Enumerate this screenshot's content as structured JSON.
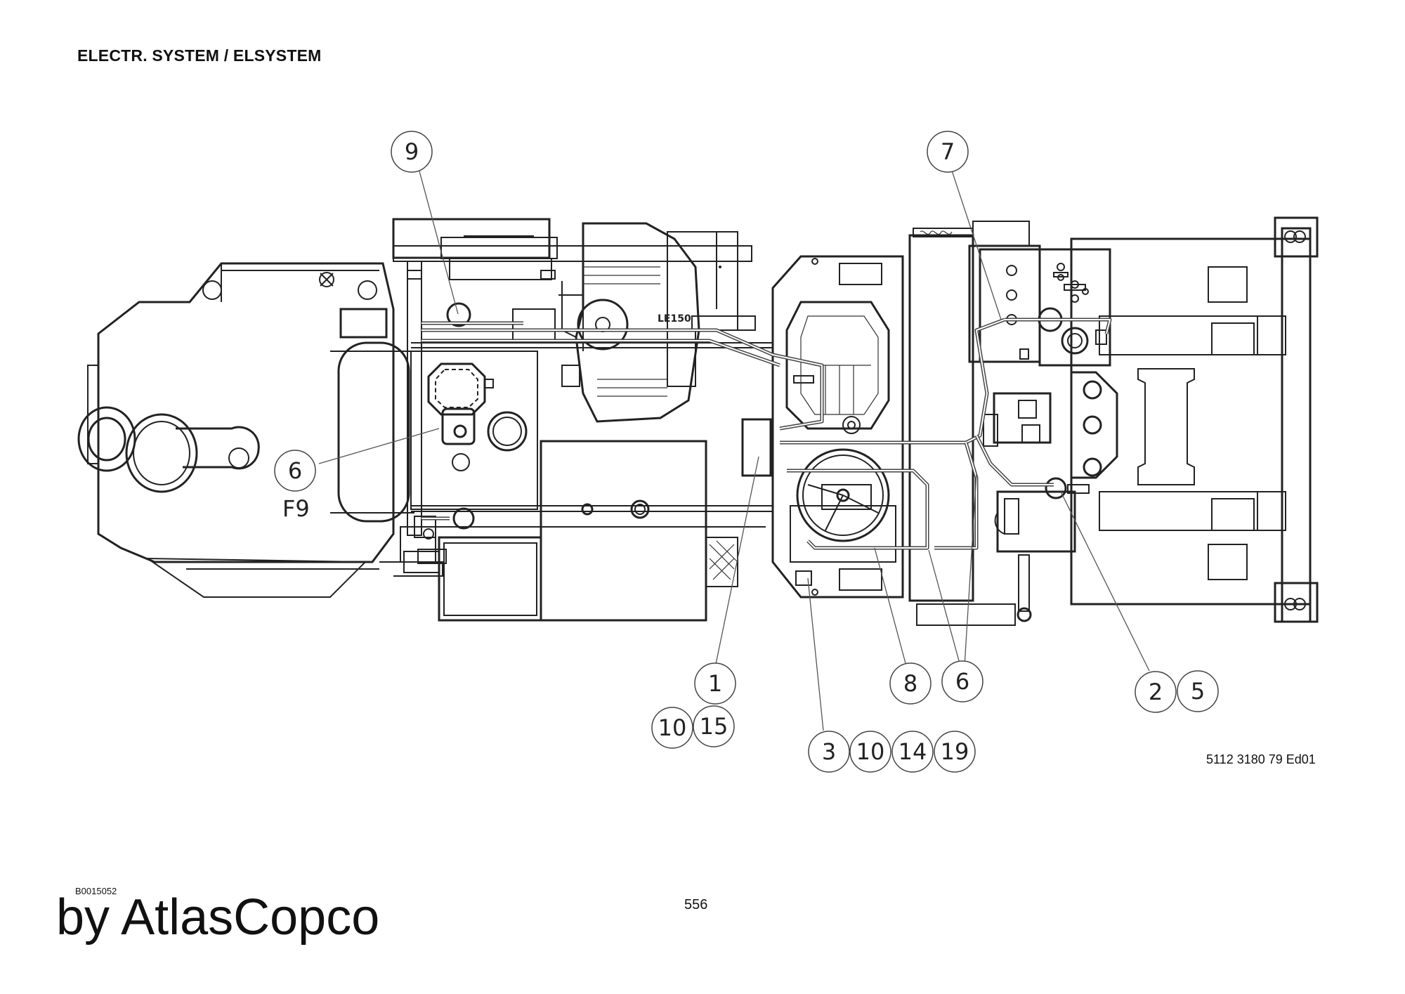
{
  "header": {
    "title": "ELECTR. SYSTEM / ELSYSTEM"
  },
  "footer": {
    "drawing_number": "5112 3180 79 Ed01",
    "doc_id": "B0015052",
    "page_number": "556",
    "brand": "by AtlasCopco"
  },
  "diagram": {
    "engine_label": "LE150",
    "fuse_label": "F9",
    "balloons": {
      "b9": "9",
      "b7": "7",
      "b6_left": "6",
      "b1": "1",
      "b10_a": "10",
      "b15": "15",
      "b3": "3",
      "b10_b": "10",
      "b14": "14",
      "b19": "19",
      "b8": "8",
      "b6_right": "6",
      "b2": "2",
      "b5": "5"
    }
  }
}
